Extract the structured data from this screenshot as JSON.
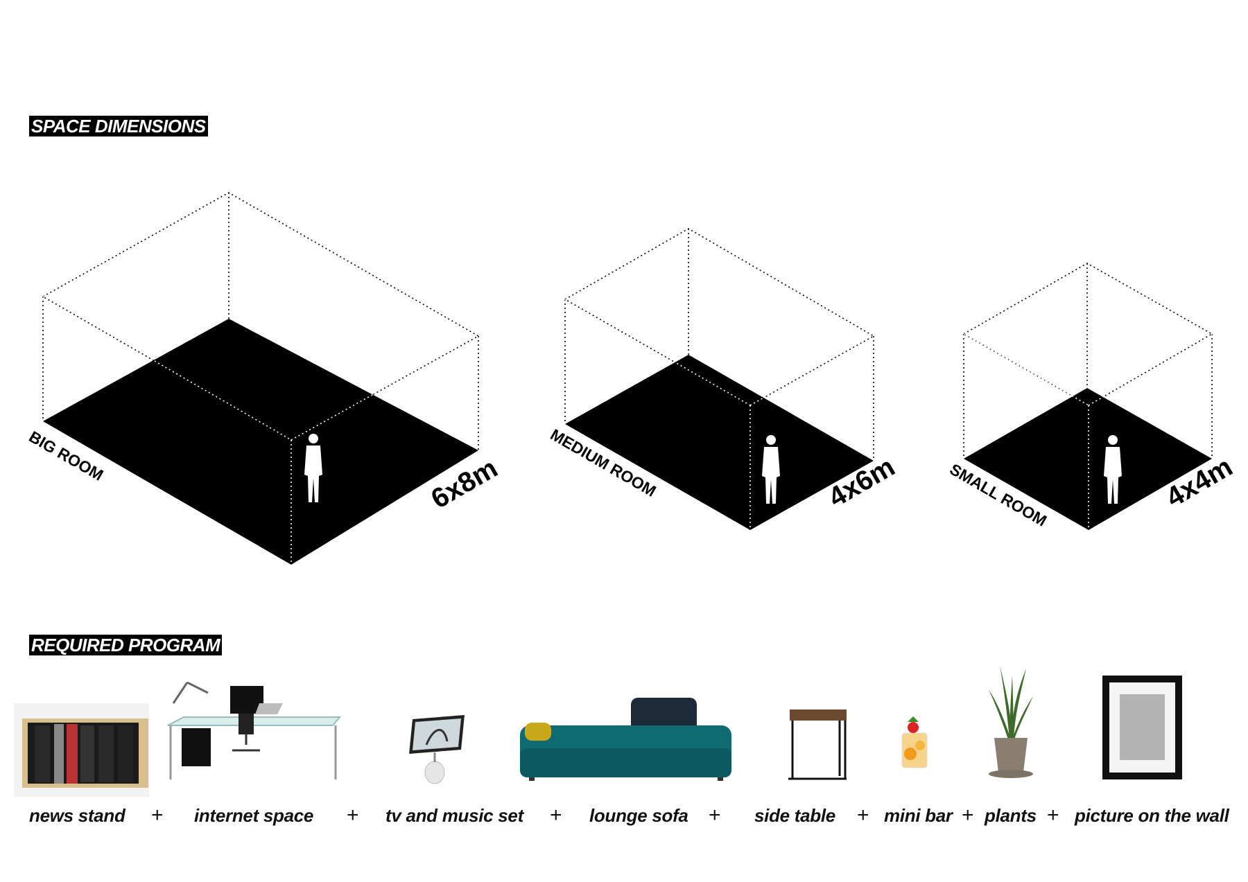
{
  "headers": {
    "space_dimensions": "SPACE DIMENSIONS",
    "required_program": "REQUIRED PROGRAM"
  },
  "rooms": [
    {
      "label": "BIG ROOM",
      "dimension": "6x8m"
    },
    {
      "label": "MEDIUM ROOM",
      "dimension": "4x6m"
    },
    {
      "label": "SMALL ROOM",
      "dimension": "4x4m"
    }
  ],
  "program": {
    "items": [
      {
        "label": "news stand",
        "icon": "news-stand-icon"
      },
      {
        "label": "internet space",
        "icon": "desk-icon"
      },
      {
        "label": "tv and music set",
        "icon": "tv-icon"
      },
      {
        "label": "lounge sofa",
        "icon": "sofa-icon"
      },
      {
        "label": "side table",
        "icon": "side-table-icon"
      },
      {
        "label": "mini bar",
        "icon": "drink-icon"
      },
      {
        "label": "plants",
        "icon": "plant-icon"
      },
      {
        "label": "picture on the wall",
        "icon": "picture-frame-icon"
      }
    ],
    "separator": "+"
  },
  "colors": {
    "floor": "#000000",
    "sofa": "#0f6a72",
    "cushion": "#c9a81a",
    "frame_wood": "#d9bf8c"
  }
}
